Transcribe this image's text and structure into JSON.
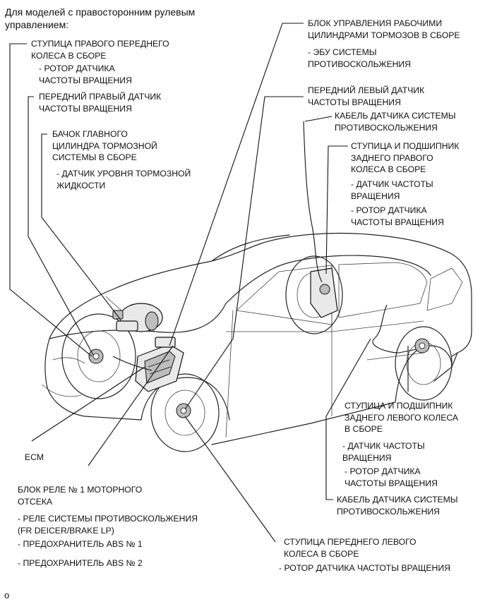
{
  "header": [
    "Для моделей с правосторонним рулевым",
    "управлением:"
  ],
  "labels": {
    "hub_front_right": [
      "СТУПИЦА ПРАВОГО ПЕРЕДНЕГО",
      "КОЛЕСА В СБОРЕ"
    ],
    "hub_front_right_sub": [
      "- РОТОР ДАТЧИКА",
      "ЧАСТОТЫ ВРАЩЕНИЯ"
    ],
    "sensor_front_right": [
      "ПЕРЕДНИЙ ПРАВЫЙ ДАТЧИК",
      "ЧАСТОТЫ ВРАЩЕНИЯ"
    ],
    "reservoir": [
      "БАЧОК ГЛАВНОГО",
      "ЦИЛИНДРА ТОРМОЗНОЙ",
      "СИСТЕМЫ В СБОРЕ"
    ],
    "reservoir_sub": [
      "- ДАТЧИК УРОВНЯ ТОРМОЗНОЙ",
      "ЖИДКОСТИ"
    ],
    "actuator": [
      "БЛОК УПРАВЛЕНИЯ РАБОЧИМИ",
      "ЦИЛИНДРАМИ ТОРМОЗОВ В СБОРЕ"
    ],
    "actuator_sub": [
      "- ЭБУ СИСТЕМЫ",
      "ПРОТИВОСКОЛЬЖЕНИЯ"
    ],
    "sensor_front_left": [
      "ПЕРЕДНИЙ ЛЕВЫЙ ДАТЧИК",
      "ЧАСТОТЫ ВРАЩЕНИЯ"
    ],
    "cable_upper": [
      "КАБЕЛЬ ДАТЧИКА СИСТЕМЫ",
      "ПРОТИВОСКОЛЬЖЕНИЯ"
    ],
    "hub_rear_right": [
      "СТУПИЦА И ПОДШИПНИК",
      "ЗАДНЕГО ПРАВОГО",
      "КОЛЕСА В СБОРЕ"
    ],
    "hub_rear_right_sub1": [
      "- ДАТЧИК ЧАСТОТЫ",
      "ВРАЩЕНИЯ"
    ],
    "hub_rear_right_sub2": [
      "- РОТОР ДАТЧИКА",
      "ЧАСТОТЫ ВРАЩЕНИЯ"
    ],
    "hub_rear_left": [
      "СТУПИЦА И ПОДШИПНИК",
      "ЗАДНЕГО ЛЕВОГО КОЛЕСА",
      "В СБОРЕ"
    ],
    "hub_rear_left_sub1": [
      "- ДАТЧИК ЧАСТОТЫ",
      "ВРАЩЕНИЯ"
    ],
    "hub_rear_left_sub2": [
      "- РОТОР ДАТЧИКА",
      "ЧАСТОТЫ ВРАЩЕНИЯ"
    ],
    "cable_lower": [
      "КАБЕЛЬ ДАТЧИКА СИСТЕМЫ",
      "ПРОТИВОСКОЛЬЖЕНИЯ"
    ],
    "ecm": [
      "ECM"
    ],
    "relay_block": [
      "БЛОК РЕЛЕ № 1 МОТОРНОГО",
      "ОТСЕКА"
    ],
    "relay_block_sub1": [
      "- РЕЛЕ СИСТЕМЫ ПРОТИВОСКОЛЬЖЕНИЯ",
      "(FR DEICER/BRAKE LP)"
    ],
    "relay_block_sub2": [
      "- ПРЕДОХРАНИТЕЛЬ ABS № 1"
    ],
    "relay_block_sub3": [
      "- ПРЕДОХРАНИТЕЛЬ ABS № 2"
    ],
    "hub_front_left": [
      "СТУПИЦА ПЕРЕДНЕГО ЛЕВОГО",
      "КОЛЕСА В СБОРЕ"
    ],
    "hub_front_left_sub": [
      "- РОТОР ДАТЧИКА ЧАСТОТЫ ВРАЩЕНИЯ"
    ]
  },
  "footer_mark": "o"
}
